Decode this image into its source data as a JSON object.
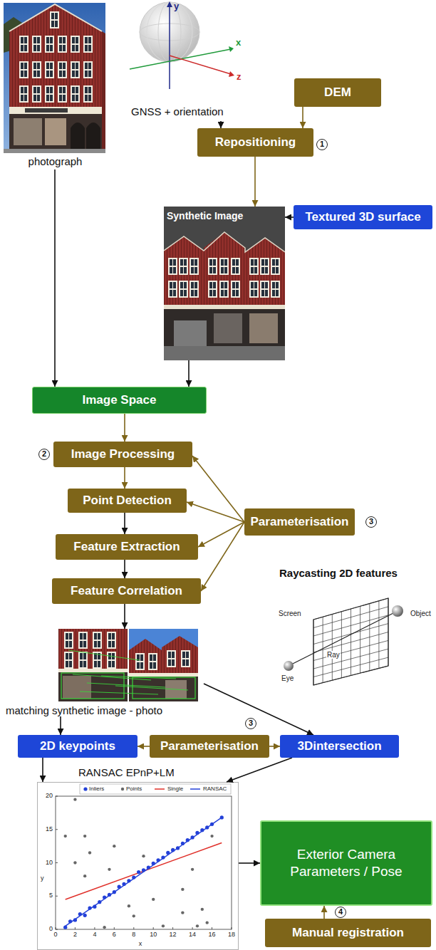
{
  "diagram": {
    "nodes": [
      {
        "text": [
          "photograph"
        ]
      },
      {
        "text": [
          "GNSS + orientation"
        ]
      },
      {
        "text": [
          "DEM"
        ]
      },
      {
        "text": [
          "Repositioning"
        ]
      },
      {
        "text": [
          "Synthetic Image"
        ]
      },
      {
        "text": [
          "Textured 3D surface"
        ]
      },
      {
        "text": [
          "Image Space"
        ]
      },
      {
        "text": [
          "Image Processing"
        ]
      },
      {
        "text": [
          "Point Detection"
        ]
      },
      {
        "text": [
          "Feature Extraction"
        ]
      },
      {
        "text": [
          "Feature Correlation"
        ]
      },
      {
        "text": [
          "Parameterisation"
        ]
      },
      {
        "text": [
          "matching synthetic image - photo"
        ]
      },
      {
        "text": [
          "Raycasting 2D features"
        ]
      },
      {
        "text": [
          "2D keypoints"
        ]
      },
      {
        "text": [
          "Parameterisation"
        ]
      },
      {
        "text": [
          "3Dintersection"
        ]
      },
      {
        "text": [
          "RANSAC EPnP+LM"
        ]
      },
      {
        "text": [
          "Exterior Camera Parameters / Pose"
        ]
      },
      {
        "text": [
          "Manual registration"
        ]
      }
    ],
    "edges": [
      {
        "from": 1,
        "to": 3,
        "arrow": "to"
      },
      {
        "from": 2,
        "to": 3,
        "arrow": "to"
      },
      {
        "from": 3,
        "to": 4,
        "arrow": "to"
      },
      {
        "from": 5,
        "to": 4,
        "arrow": "to"
      },
      {
        "from": 0,
        "to": 6,
        "arrow": "to"
      },
      {
        "from": 4,
        "to": 6,
        "arrow": "to"
      },
      {
        "from": 6,
        "to": 7,
        "arrow": "to"
      },
      {
        "from": 7,
        "to": 8,
        "arrow": "to"
      },
      {
        "from": 8,
        "to": 9,
        "arrow": "to"
      },
      {
        "from": 9,
        "to": 10,
        "arrow": "to"
      },
      {
        "from": 11,
        "to": 7,
        "arrow": "to"
      },
      {
        "from": 11,
        "to": 8,
        "arrow": "to"
      },
      {
        "from": 11,
        "to": 9,
        "arrow": "to"
      },
      {
        "from": 11,
        "to": 10,
        "arrow": "to"
      },
      {
        "from": 10,
        "to": 12,
        "arrow": "to"
      },
      {
        "from": 12,
        "to": 14,
        "arrow": "to"
      },
      {
        "from": 12,
        "to": 16,
        "arrow": "to"
      },
      {
        "from": 15,
        "to": 14,
        "arrow": "to"
      },
      {
        "from": 15,
        "to": 16,
        "arrow": "to"
      },
      {
        "from": 14,
        "to": 17,
        "arrow": "to"
      },
      {
        "from": 16,
        "to": 17,
        "arrow": "to"
      },
      {
        "from": 17,
        "to": 18,
        "arrow": "to"
      },
      {
        "from": 19,
        "to": 18,
        "arrow": "to"
      }
    ],
    "labels": [
      "1",
      "2",
      "3",
      "3",
      "4",
      "y",
      "x",
      "z",
      "Screen",
      "Object",
      "Eye",
      "Ray",
      "0",
      "5",
      "10",
      "15",
      "20",
      "0",
      "2",
      "4",
      "6",
      "8",
      "10",
      "12",
      "14",
      "16",
      "18",
      "x",
      "y"
    ],
    "legend": [
      {
        "text": "Inliers"
      },
      {
        "text": "Points"
      },
      {
        "text": "Single"
      },
      {
        "text": "RANSAC"
      }
    ]
  }
}
